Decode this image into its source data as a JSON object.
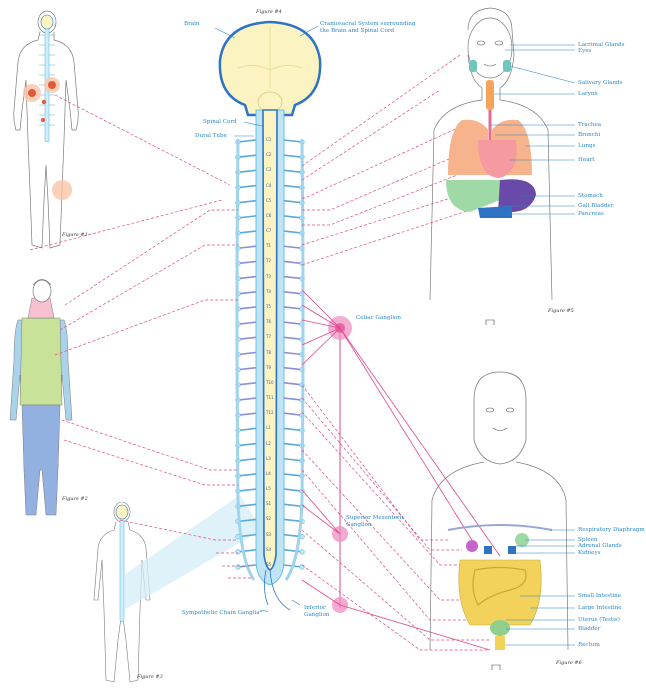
{
  "figures": {
    "fig1": "Figure #1",
    "fig2": "Figure #2",
    "fig3": "Figure #3",
    "fig4": "Figure #4",
    "fig5": "Figure #5",
    "fig6": "Figure #6"
  },
  "center_labels": {
    "brain": "Brain",
    "craniosacral_line1": "Craniosacral System surrounding",
    "craniosacral_line2": "the Brain and Spinal Cord",
    "spinal_cord": "Spinal Cord",
    "dural_tube": "Dural Tube",
    "celiac": "Celiac Ganglion",
    "superior_mes_1": "Superior Mesenteric",
    "superior_mes_2": "Ganglion",
    "inferior_1": "Inferior",
    "inferior_2": "Ganglion",
    "sympathetic": "Sympathetic Chain Ganglia*"
  },
  "upper_organs": [
    "Lacrimal Glands",
    "Eyes",
    "Salivary Glands",
    "Larynx",
    "Trachea",
    "Bronchi",
    "Lungs",
    "Heart",
    "Stomach",
    "Gall Bladder",
    "Pancreas"
  ],
  "lower_organs": [
    "Respiratory Diaphragm",
    "Spleen",
    "Adrenal Glands",
    "Kidneys",
    "Small Intestine",
    "Large Intestine",
    "Uterus (Testis)",
    "Bladder",
    "Rectum"
  ],
  "vertebrae": [
    "C1",
    "C2",
    "C3",
    "C4",
    "C5",
    "C6",
    "C7",
    "T1",
    "T2",
    "T3",
    "T4",
    "T5",
    "T6",
    "T7",
    "T8",
    "T9",
    "T10",
    "T11",
    "T12",
    "L1",
    "L2",
    "L3",
    "L4",
    "L5",
    "S1",
    "S2",
    "S3",
    "S4",
    "S5"
  ],
  "colors": {
    "label_blue": "#2a86c6",
    "dashed_pink": "#e0488e",
    "ganglion_pink": "#f08cc0",
    "brain_fill": "#fbf4c2",
    "brain_outline": "#2f74c4",
    "spine_light": "#bfe4f6",
    "spine_dark": "#2f74c4",
    "torso_green": "#c9e29a",
    "arm_blue": "#a9d3ea",
    "leg_blue": "#93b1e0",
    "lung_peach": "#f7b48c",
    "heart_pink": "#f59aa0",
    "stomach_purple": "#6a4aa8",
    "intestine_yellow": "#f2d25a"
  }
}
